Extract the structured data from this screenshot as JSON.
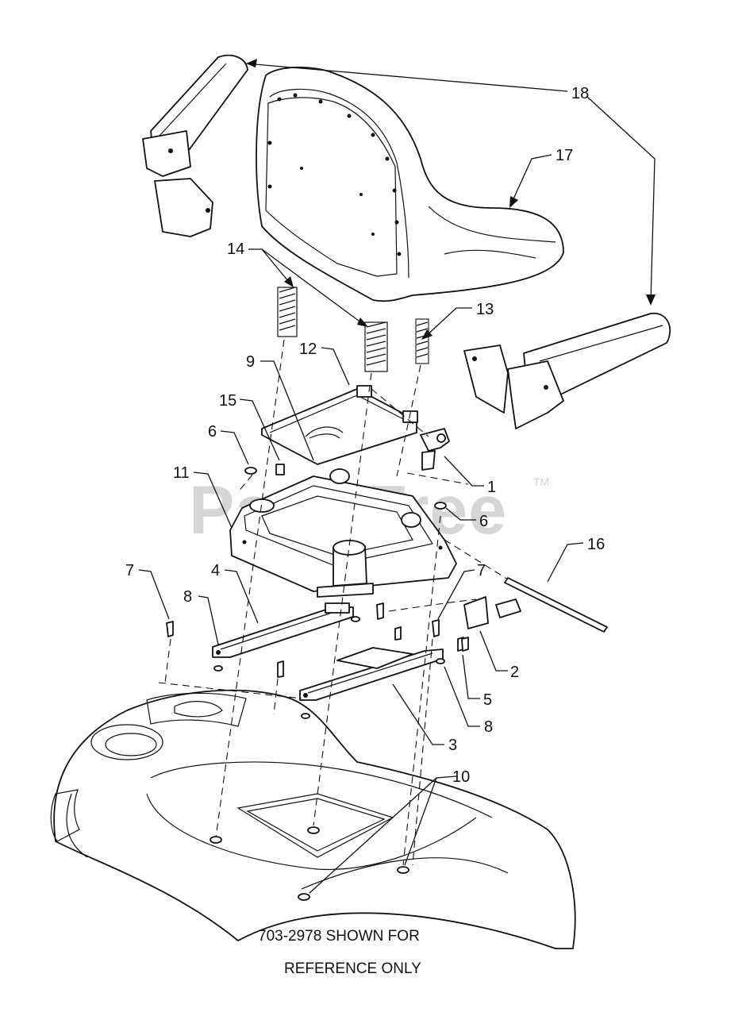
{
  "diagram": {
    "watermark": "PartsTree",
    "trademark": "TM",
    "callouts": [
      {
        "id": "c1",
        "label": "1"
      },
      {
        "id": "c2",
        "label": "2"
      },
      {
        "id": "c3",
        "label": "3"
      },
      {
        "id": "c4",
        "label": "4"
      },
      {
        "id": "c5",
        "label": "5"
      },
      {
        "id": "c6a",
        "label": "6"
      },
      {
        "id": "c6b",
        "label": "6"
      },
      {
        "id": "c7a",
        "label": "7"
      },
      {
        "id": "c7b",
        "label": "7"
      },
      {
        "id": "c8a",
        "label": "8"
      },
      {
        "id": "c8b",
        "label": "8"
      },
      {
        "id": "c9",
        "label": "9"
      },
      {
        "id": "c10",
        "label": "10"
      },
      {
        "id": "c11",
        "label": "11"
      },
      {
        "id": "c12",
        "label": "12"
      },
      {
        "id": "c13",
        "label": "13"
      },
      {
        "id": "c14",
        "label": "14"
      },
      {
        "id": "c15",
        "label": "15"
      },
      {
        "id": "c16",
        "label": "16"
      },
      {
        "id": "c17",
        "label": "17"
      },
      {
        "id": "c18",
        "label": "18"
      }
    ],
    "note_line1": "703-2978 SHOWN FOR",
    "note_line2": "REFERENCE ONLY"
  }
}
